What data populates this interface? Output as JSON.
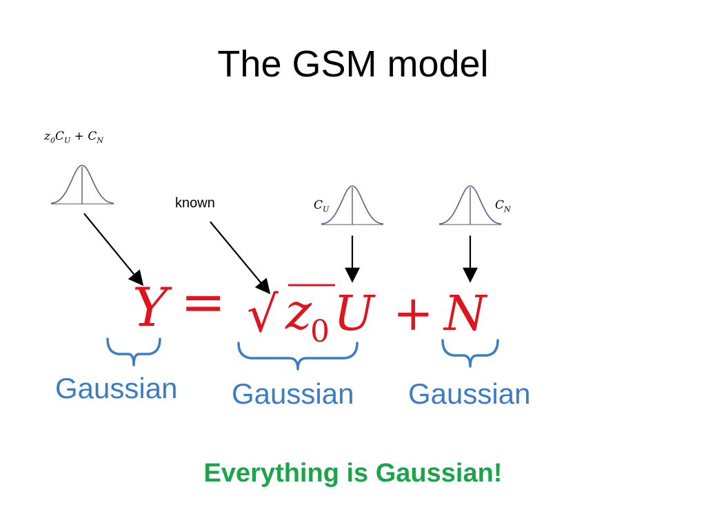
{
  "slide": {
    "title": "The GSM model",
    "footer": "Everything is Gaussian!"
  },
  "labels": {
    "top_left": {
      "z": "z",
      "z_sub": "0",
      "c1": "C",
      "c1_sub": "U",
      "plus": " + ",
      "c2": "C",
      "c2_sub": "N"
    },
    "known": "known",
    "cu": {
      "c": "C",
      "sub": "U"
    },
    "cn": {
      "c": "C",
      "sub": "N"
    }
  },
  "equation": {
    "y": "Y",
    "eq": "=",
    "sqrt": "√",
    "z": "z",
    "z_sub": "0",
    "u": "U",
    "plus": "+",
    "n": "N"
  },
  "braces": [
    "Gaussian",
    "Gaussian",
    "Gaussian"
  ],
  "colors": {
    "equation": "#e0141e",
    "brace": "#3a7dc4",
    "footer": "#1aa54a",
    "curve": "#5b5b9a"
  }
}
